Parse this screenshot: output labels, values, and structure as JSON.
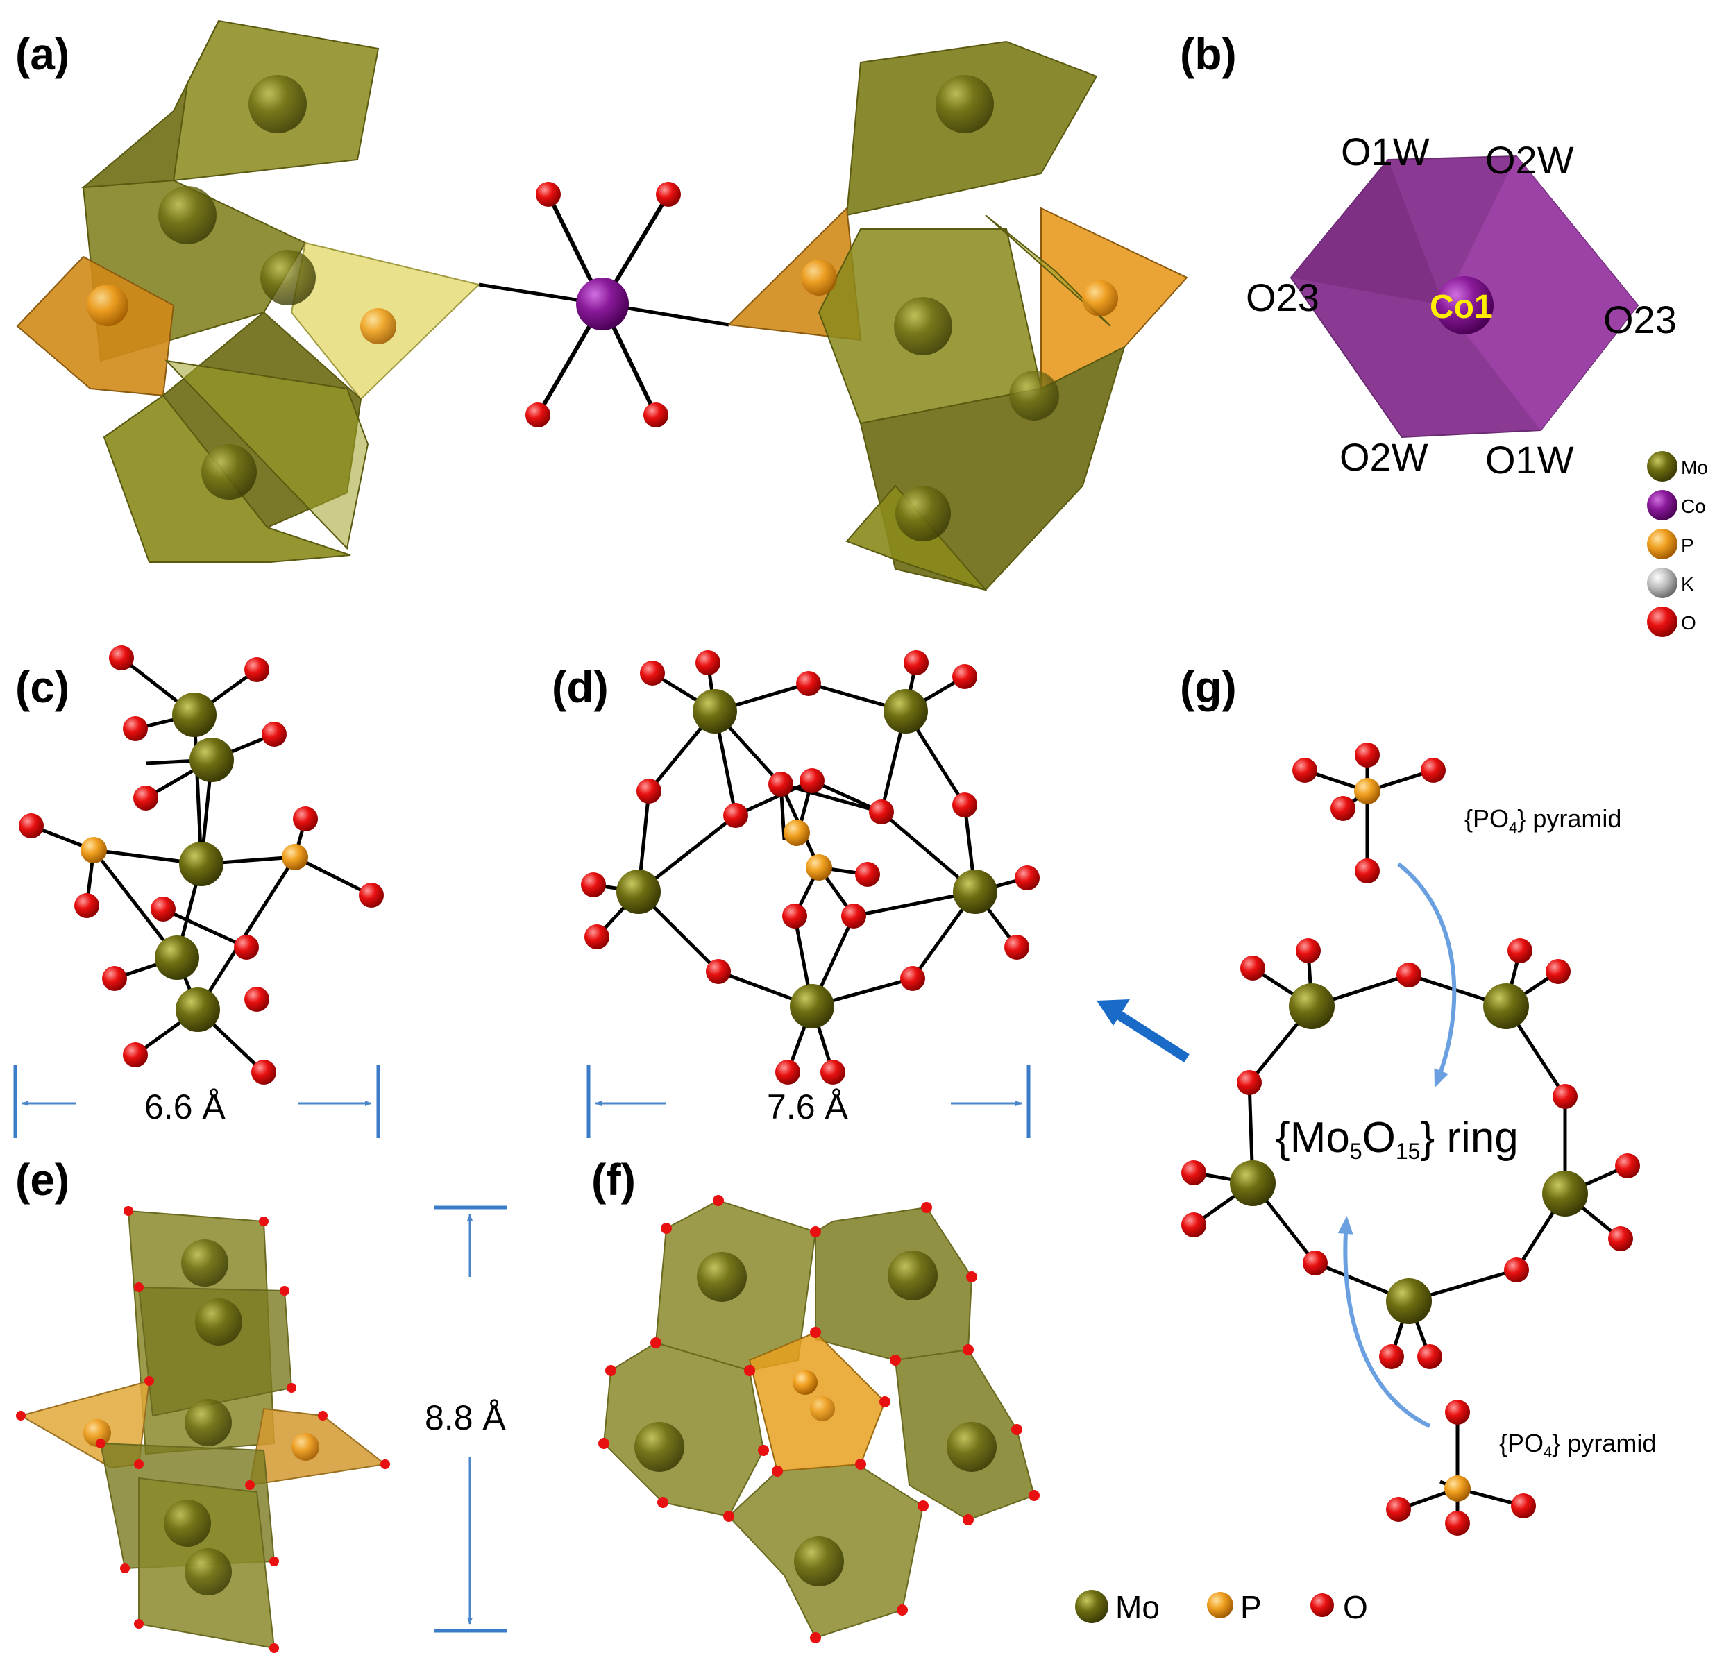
{
  "panels": {
    "a": "(a)",
    "b": "(b)",
    "c": "(c)",
    "d": "(d)",
    "e": "(e)",
    "f": "(f)",
    "g": "(g)"
  },
  "panel_b": {
    "center": "Co1",
    "o1w_top": "O1W",
    "o2w_top": "O2W",
    "o23_left": "O23",
    "o23_right": "O23",
    "o2w_bottom": "O2W",
    "o1w_bottom": "O1W"
  },
  "legend_top": {
    "mo": "Mo",
    "co": "Co",
    "p": "P",
    "k": "K",
    "o": "O"
  },
  "legend_bottom": {
    "mo": "Mo",
    "p": "P",
    "o": "O"
  },
  "dimensions": {
    "c": "6.6 Å",
    "d": "7.6 Å",
    "e": "8.8 Å"
  },
  "panel_g": {
    "pyramid_top": "{PO",
    "pyramid_bottom": "{PO",
    "pyramid_sub": "4",
    "pyramid_word": "} pyramid",
    "ring_open": "{Mo",
    "ring_sub1": "5",
    "ring_mid": "O",
    "ring_sub2": "15",
    "ring_close": "} ring"
  },
  "colors": {
    "mo": "#6b6b10",
    "co": "#8a1a9a",
    "p": "#f0a020",
    "k": "#bdbdbd",
    "o": "#e81010",
    "poly_mo": "#8a8a1c",
    "poly_p": "#e8a020",
    "poly_co": "#9a3aa0",
    "arrow": "#3a7cc8"
  }
}
